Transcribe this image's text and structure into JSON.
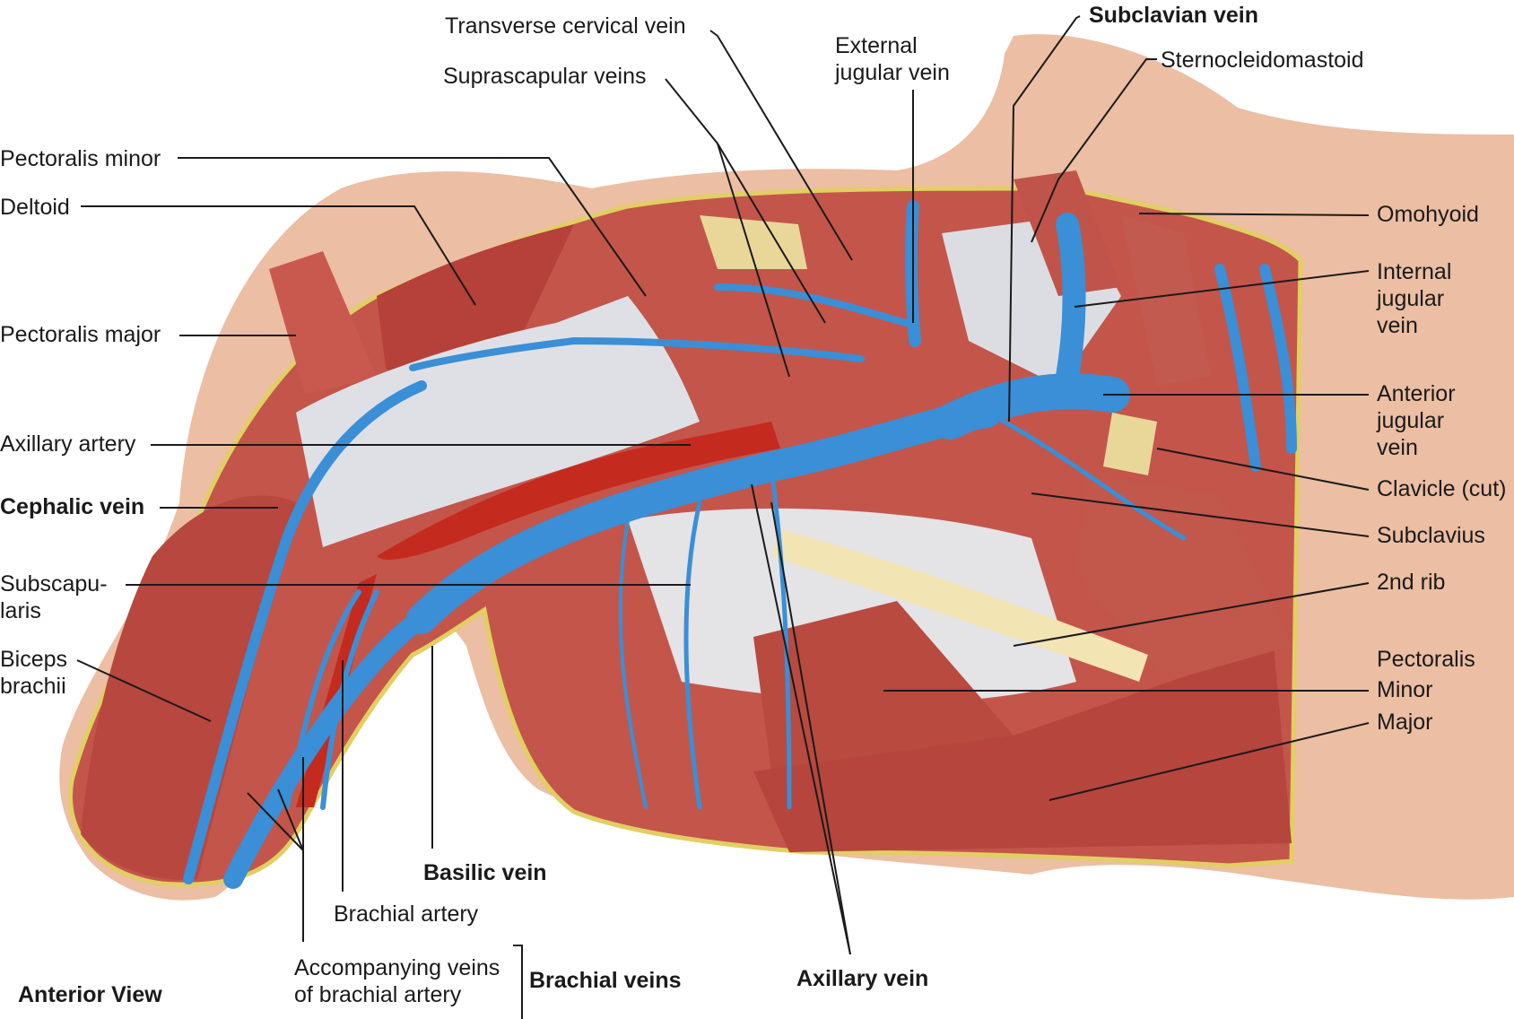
{
  "colors": {
    "muscle": "#b6403a",
    "muscle_light": "#cf6a5e",
    "skin": "#ecbea3",
    "border": "#e1cf63",
    "vein": "#3a8fd6",
    "artery": "#c52a1f",
    "fascia": "#dcdde3",
    "bone": "#e9d79a",
    "leader": "#1a1a1a"
  },
  "labels": {
    "transverse_cervical_vein": "Transverse cervical vein",
    "suprascapular_veins": "Suprascapular veins",
    "external_jugular_vein": [
      "External",
      "jugular vein"
    ],
    "subclavian_vein": "Subclavian vein",
    "sternocleidomastoid": "Sternocleidomastoid",
    "pectoralis_minor_left": "Pectoralis minor",
    "deltoid": "Deltoid",
    "omohyoid": "Omohyoid",
    "internal_jugular_vein": [
      "Internal",
      "jugular",
      "vein"
    ],
    "pectoralis_major_left": "Pectoralis major",
    "anterior_jugular_vein": [
      "Anterior",
      "jugular",
      "vein"
    ],
    "axillary_artery": "Axillary artery",
    "clavicle_cut": "Clavicle (cut)",
    "cephalic_vein": "Cephalic vein",
    "subclavius": "Subclavius",
    "subscapularis": [
      "Subscapu-",
      "laris"
    ],
    "second_rib": "2nd rib",
    "biceps_brachii": [
      "Biceps",
      "brachii"
    ],
    "pectoralis_group": "Pectoralis",
    "minor": "Minor",
    "major": "Major",
    "basilic_vein": "Basilic vein",
    "brachial_artery": "Brachial artery",
    "accompanying_veins": [
      "Accompanying veins",
      "of brachial artery"
    ],
    "brachial_veins": "Brachial veins",
    "axillary_vein": "Axillary vein",
    "anterior_view": "Anterior View"
  }
}
